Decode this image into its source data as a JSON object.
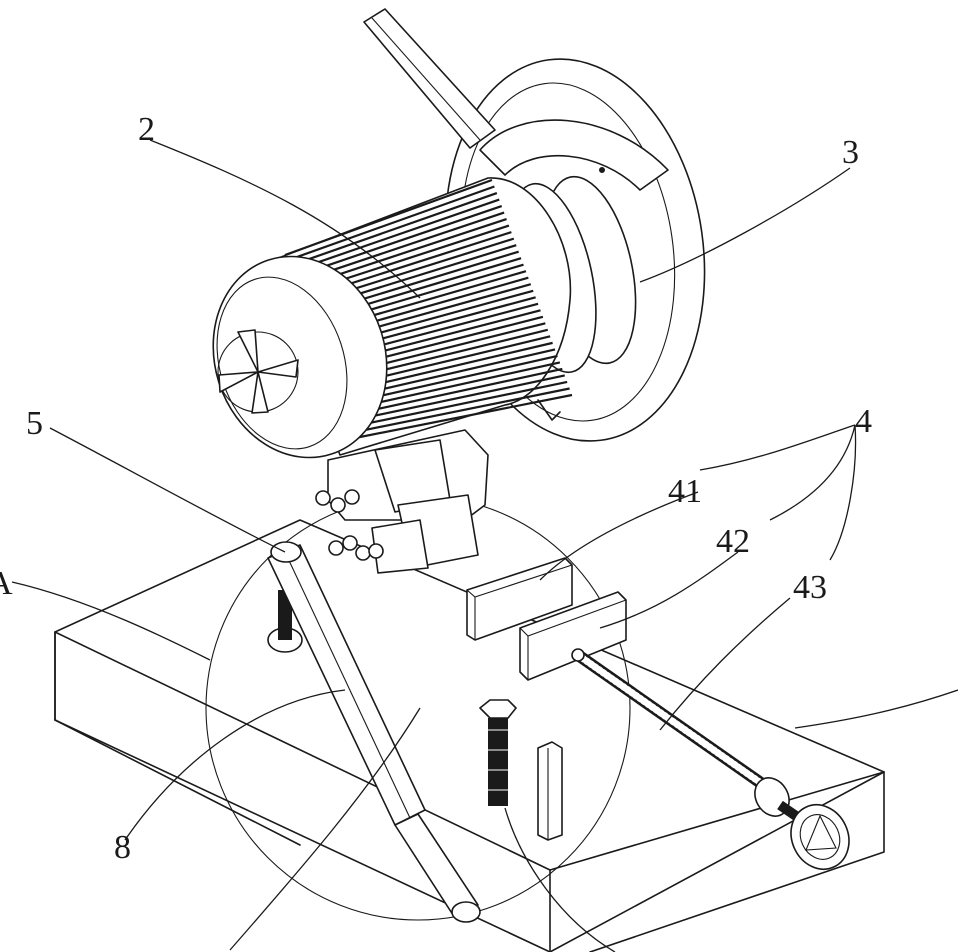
{
  "figure": {
    "callouts": [
      {
        "id": "2",
        "text": "2"
      },
      {
        "id": "3",
        "text": "3"
      },
      {
        "id": "4",
        "text": "4"
      },
      {
        "id": "41",
        "text": "41"
      },
      {
        "id": "42",
        "text": "42"
      },
      {
        "id": "43",
        "text": "43"
      },
      {
        "id": "5",
        "text": "5"
      },
      {
        "id": "8",
        "text": "8"
      },
      {
        "id": "A",
        "text": "A"
      }
    ],
    "colors": {
      "line": "#1a1a1a",
      "background": "#ffffff"
    }
  }
}
